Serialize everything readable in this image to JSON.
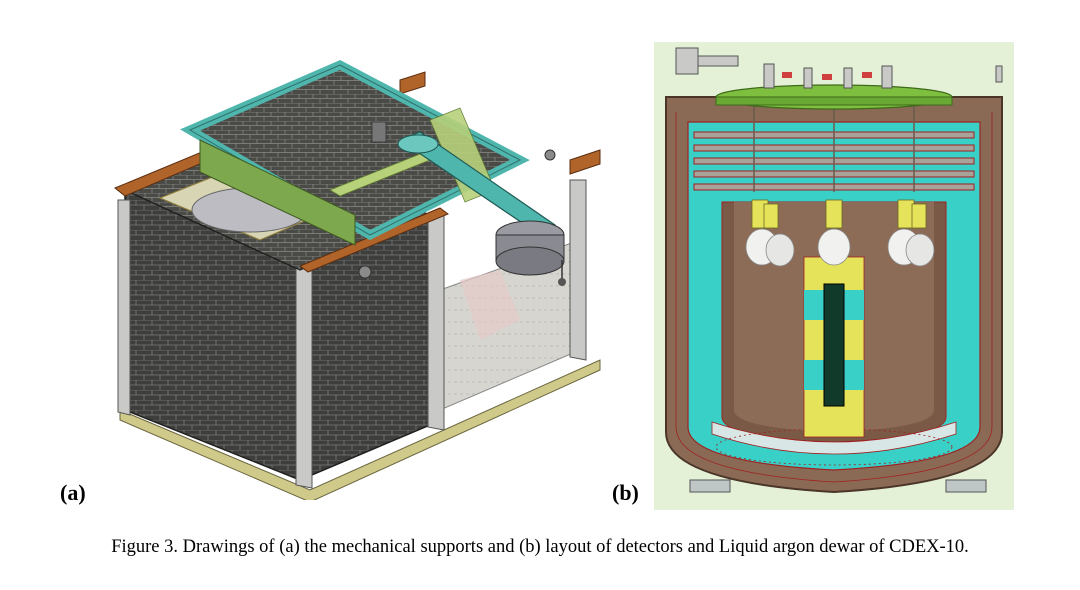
{
  "figure": {
    "panel_a_label": "(a)",
    "panel_b_label": "(b)",
    "caption": "Figure 3. Drawings of (a) the mechanical supports and (b) layout of detectors and Liquid argon dewar of CDEX-10."
  },
  "colors": {
    "brick": "#3e3e3c",
    "frame_gray": "#c9c9c7",
    "teal": "#4fb6ad",
    "green": "#7ea84d",
    "yellow": "#e4e35a",
    "dewar_brown": "#8a6a55",
    "cyan": "#39d0c8"
  }
}
